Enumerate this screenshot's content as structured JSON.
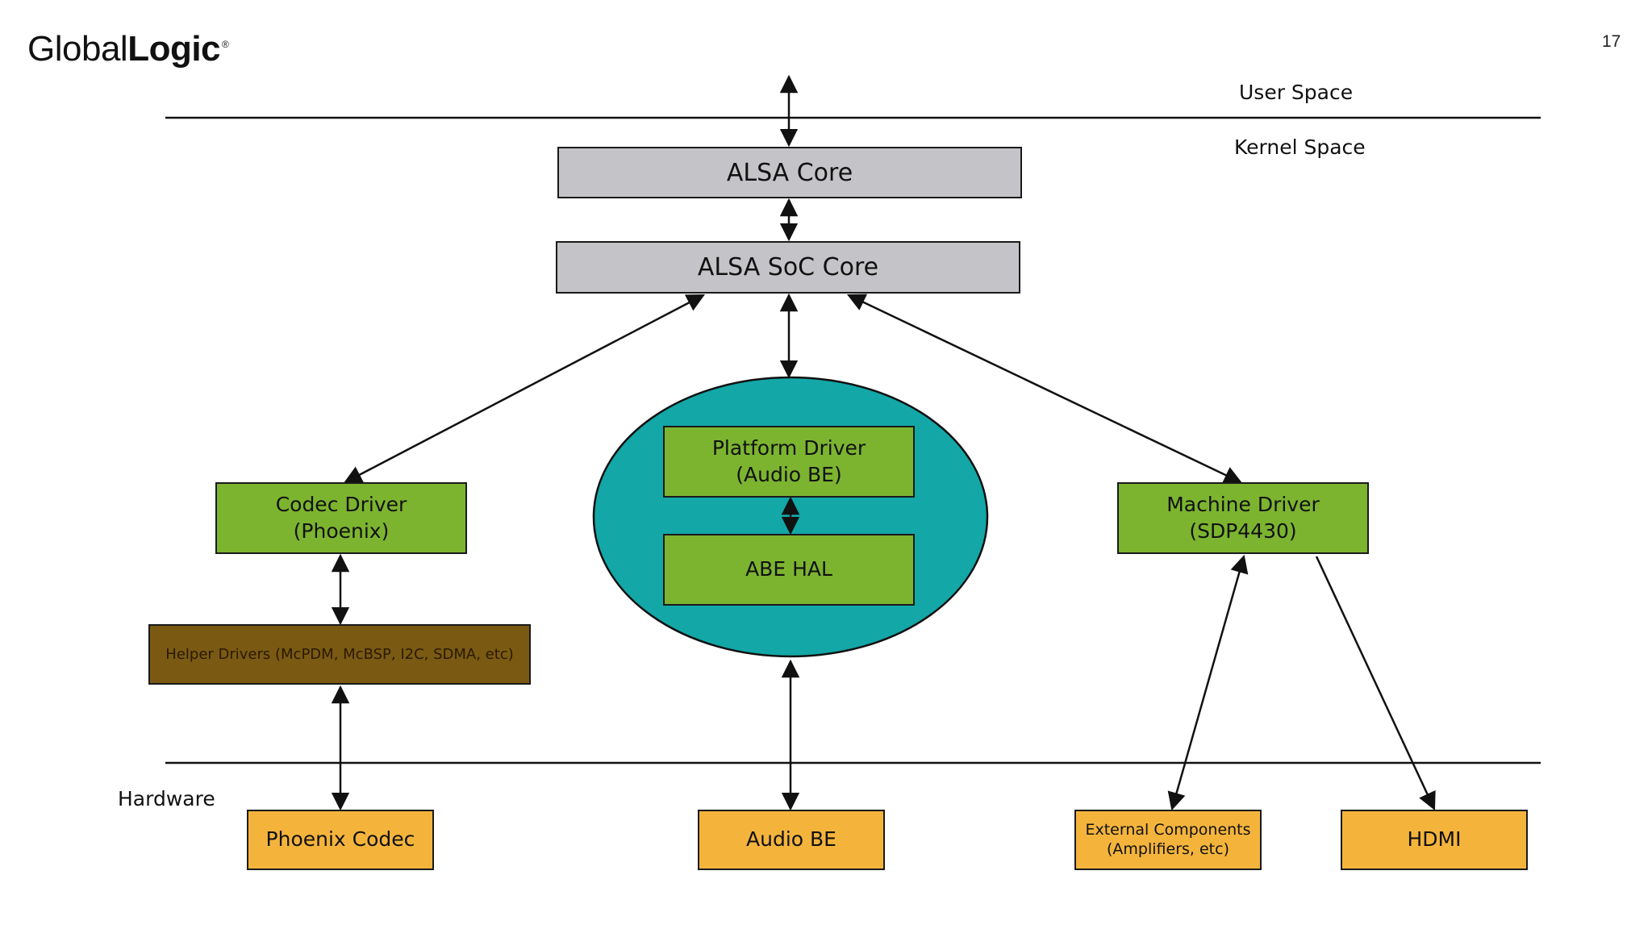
{
  "header": {
    "logo_light": "Global",
    "logo_bold": "Logic",
    "logo_mark": "®",
    "page_number": "17"
  },
  "zones": {
    "user_space": "User Space",
    "kernel_space": "Kernel Space",
    "hardware": "Hardware"
  },
  "blocks": {
    "alsa_core": "ALSA Core",
    "alsa_soc_core": "ALSA SoC Core",
    "platform_driver": "Platform Driver\n(Audio BE)",
    "abe_hal": "ABE HAL",
    "codec_driver": "Codec Driver\n(Phoenix)",
    "machine_driver": "Machine Driver\n(SDP4430)",
    "helper_drivers": "Helper Drivers (McPDM, McBSP, I2C, SDMA, etc)",
    "phoenix_codec": "Phoenix Codec",
    "audio_be": "Audio BE",
    "external_components": "External Components\n(Amplifiers, etc)",
    "hdmi": "HDMI"
  },
  "colors": {
    "gray_block": "#c4c4c8",
    "green_block": "#7cb430",
    "brown_block": "#7a5a12",
    "orange_block": "#f4b43c",
    "ellipse": "#13a7a7"
  }
}
